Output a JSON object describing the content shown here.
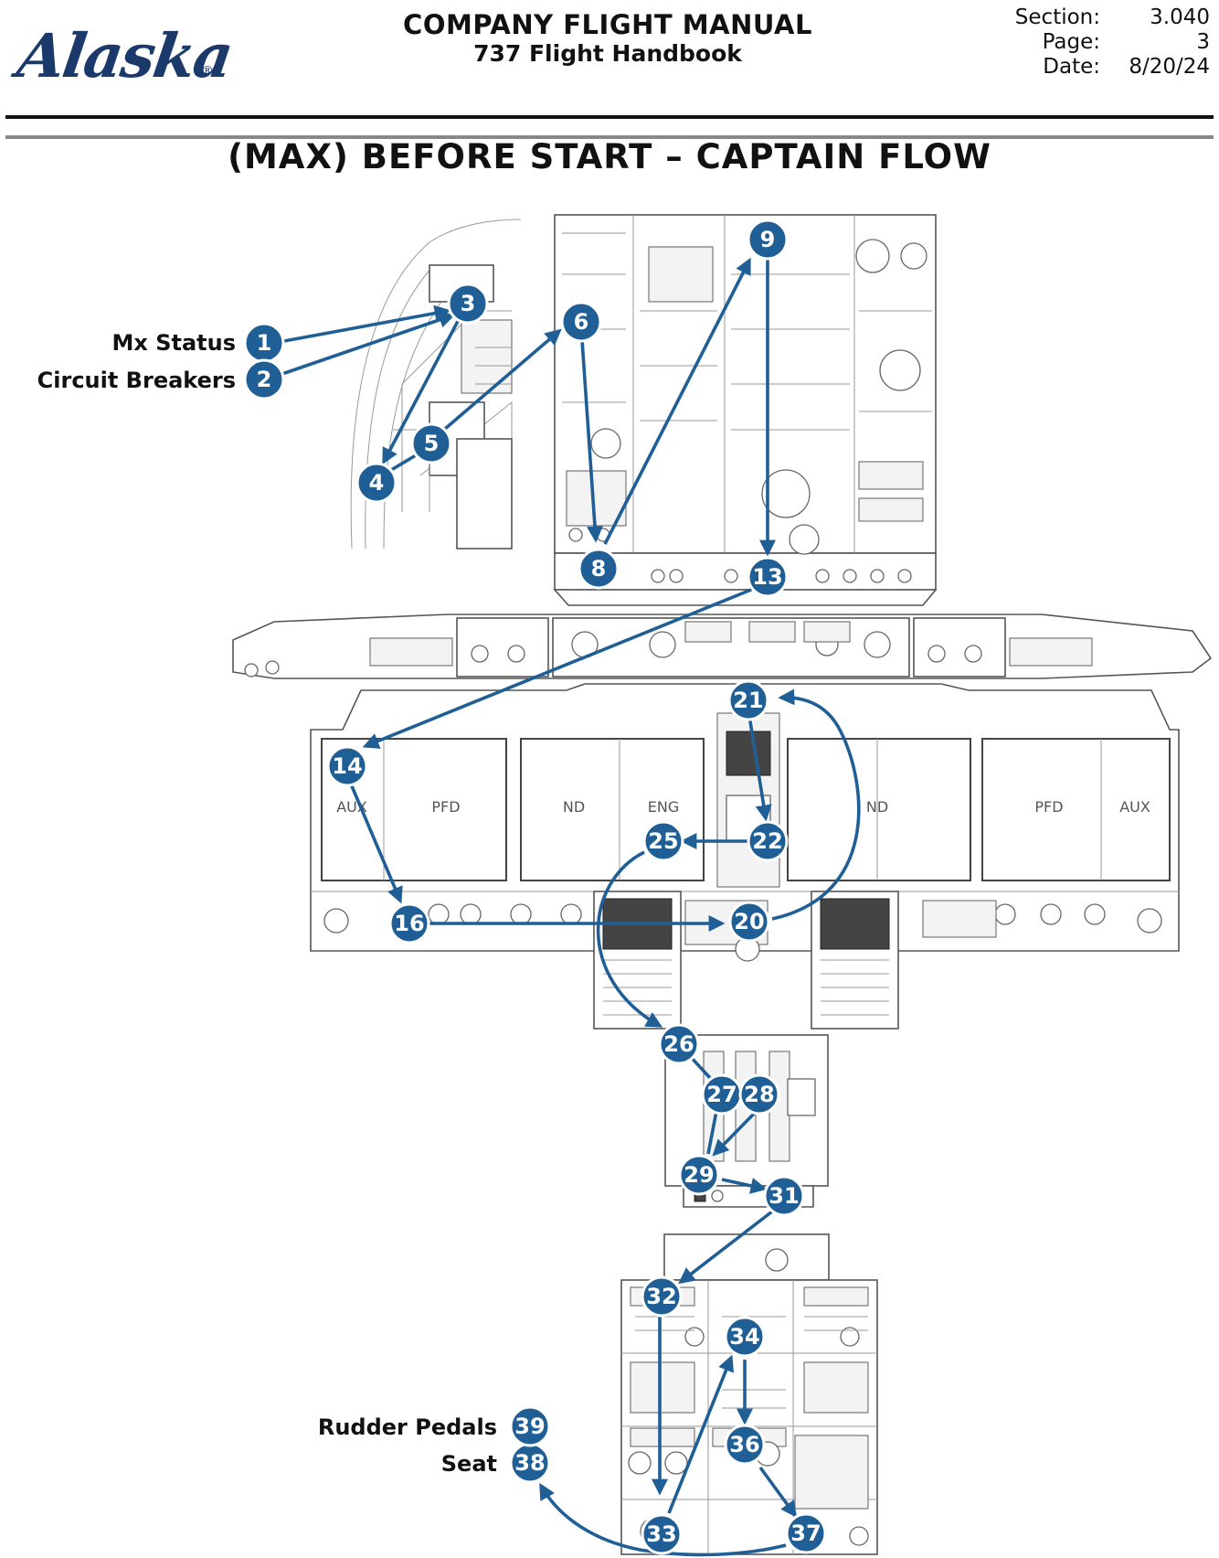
{
  "header": {
    "logo_text": "Alaska",
    "logo_mark": "®",
    "manual_title": "COMPANY FLIGHT MANUAL",
    "manual_subtitle": "737 Flight Handbook",
    "section_label": "Section:",
    "section_value": "3.040",
    "page_label": "Page:",
    "page_value": "3",
    "date_label": "Date:",
    "date_value": "8/20/24"
  },
  "title": "(MAX) BEFORE START – CAPTAIN FLOW",
  "side_labels": {
    "mx_status": "Mx Status",
    "circuit_breakers": "Circuit Breakers",
    "rudder_pedals": "Rudder Pedals",
    "seat": "Seat"
  },
  "display_labels": {
    "aux_left": "AUX",
    "pfd_left": "PFD",
    "nd_left": "ND",
    "eng": "ENG",
    "nd_right": "ND",
    "pfd_right": "PFD",
    "aux_right": "AUX"
  },
  "steps": [
    "1",
    "2",
    "3",
    "4",
    "5",
    "6",
    "8",
    "9",
    "13",
    "14",
    "16",
    "20",
    "21",
    "22",
    "25",
    "26",
    "27",
    "28",
    "29",
    "31",
    "32",
    "33",
    "34",
    "36",
    "37",
    "38",
    "39"
  ],
  "colors": {
    "flow_blue": "#1f5f96",
    "logo_navy": "#1b3a6b"
  }
}
